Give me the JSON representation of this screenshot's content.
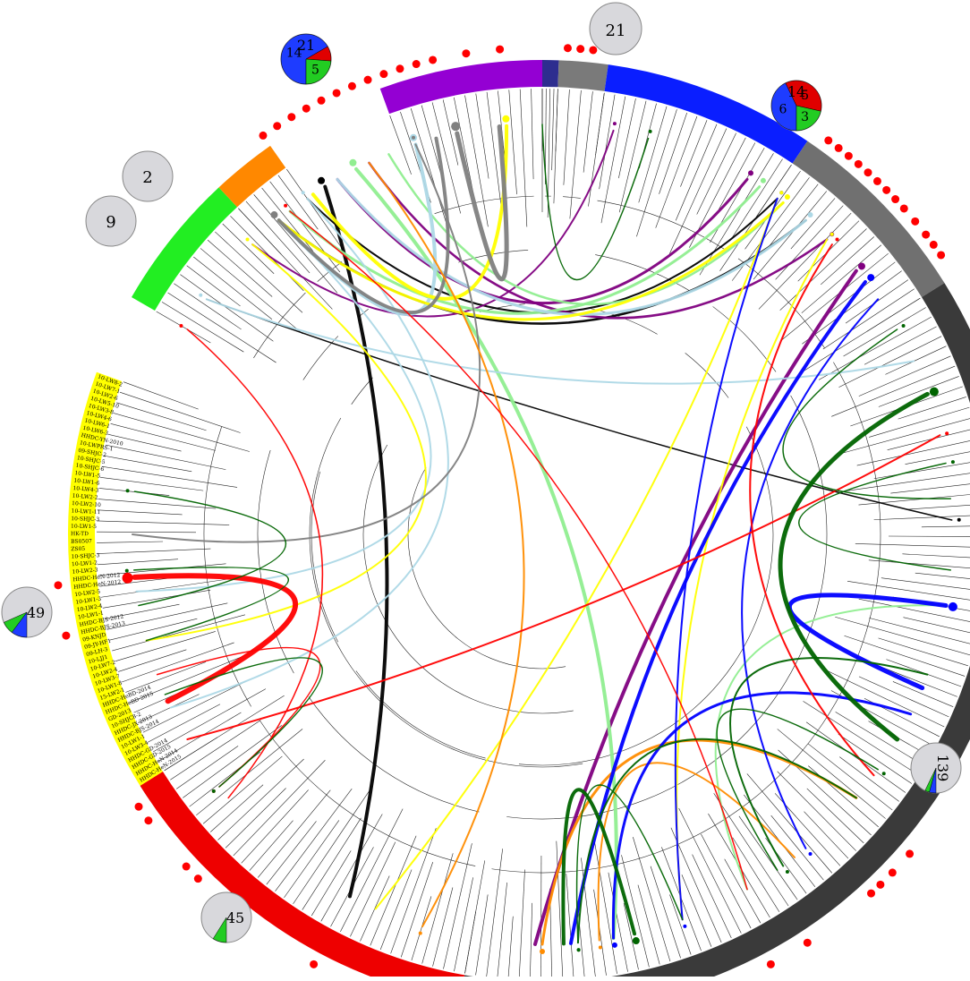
{
  "diagram": {
    "clades": [
      {
        "name": "purple",
        "color": "#9400d3",
        "start": -20,
        "end": 0,
        "pie": {
          "total": "21",
          "segments": [
            {
              "value": 14,
              "color": "#1e3cff",
              "label": "14"
            },
            {
              "value": 2,
              "color": "#e00000",
              "label": ""
            },
            {
              "value": 5,
              "color": "#22cc22",
              "label": "5"
            }
          ]
        }
      },
      {
        "name": "navy",
        "color": "#2d2d8f",
        "start": 0,
        "end": 2,
        "pie": null
      },
      {
        "name": "grey-small",
        "color": "#7a7a7a",
        "start": 2,
        "end": 8,
        "pie": null
      },
      {
        "name": "blue",
        "color": "#0a1eff",
        "start": 8,
        "end": 34,
        "pie": {
          "total": "21",
          "segments": []
        }
      },
      {
        "name": "grey",
        "color": "#707070",
        "start": 34,
        "end": 58,
        "pie": {
          "total": "14",
          "segments": [
            {
              "value": 6,
              "color": "#1e3cff",
              "label": "6"
            },
            {
              "value": 5,
              "color": "#e00000",
              "label": "5"
            },
            {
              "value": 3,
              "color": "#22cc22",
              "label": "3"
            }
          ]
        }
      },
      {
        "name": "dark",
        "color": "#3a3a3a",
        "start": 58,
        "end": 190,
        "pie": {
          "total": "139",
          "segments": [
            {
              "value": 6,
              "color": "#1e3cff",
              "label": ""
            },
            {
              "value": 4,
              "color": "#22cc22",
              "label": ""
            }
          ]
        }
      },
      {
        "name": "red",
        "color": "#ee0000",
        "start": 190,
        "end": 238,
        "pie": {
          "total": "45",
          "segments": [
            {
              "value": 4,
              "color": "#22cc22",
              "label": ""
            }
          ]
        }
      },
      {
        "name": "yellow",
        "color": "#ffff00",
        "start": 238,
        "end": 290,
        "pie": {
          "total": "49",
          "segments": [
            {
              "value": 5,
              "color": "#1e3cff",
              "label": ""
            },
            {
              "value": 4,
              "color": "#22cc22",
              "label": ""
            }
          ]
        }
      },
      {
        "name": "green",
        "color": "#22ee22",
        "start": 300,
        "end": 317,
        "pie": {
          "total": "9",
          "segments": []
        }
      },
      {
        "name": "orange",
        "color": "#ff8800",
        "start": 317,
        "end": 325,
        "pie": {
          "total": "2",
          "segments": []
        }
      }
    ],
    "yellow_labels": [
      "10-LW8-2",
      "10-LW7-1",
      "10-LW2-6",
      "10-LW5-10",
      "10-LW3-8",
      "10-LW4-6",
      "10-LW6-1",
      "10-LW6-3",
      "HHDC-YN-2010",
      "10-LWPRS-1",
      "09-SHJC-2",
      "10-SHJC-5",
      "10-SHJC-6",
      "10-LW1-5",
      "10-LW1-6",
      "10-LW4-3",
      "10-LW2-2",
      "10-LW2-10",
      "10-LW1-11",
      "10-SHJC-3",
      "10-LW1-5",
      "HK-TD",
      "BS0507",
      "ZS05",
      "10-SHJC-3",
      "10-LW1-2",
      "10-LW2-3",
      "HHDC-HeN-2012",
      "HHDC-HeN-2012",
      "10-LW2-5",
      "10-LW1-3",
      "10-LW2-4",
      "10-LW1-1",
      "HHDC-BJS-2012",
      "HHDC-BJS-2013",
      "09-KNJD",
      "09-JY-HF1",
      "09-LH-3",
      "10-LJJ1",
      "10-LW7-2",
      "10-LW2-4",
      "10-LW3-7",
      "10-LW1-8",
      "15-LW2-1",
      "HHDC-HeBD-2014",
      "HHDC-HeBD-2015",
      "GD-2013",
      "10-SHJC8-2",
      "HHDC-JX-2013",
      "HHDC-BJS-2014",
      "10-LW1-1",
      "10-LW3-4",
      "HHDC-GD-2014",
      "HHDC-GD-2015",
      "HHDC-HeN-2014",
      "HHDC-HeN-2015"
    ],
    "corner_counts": {
      "blue_top": "21",
      "green_left": "9",
      "orange_left": "2"
    }
  }
}
